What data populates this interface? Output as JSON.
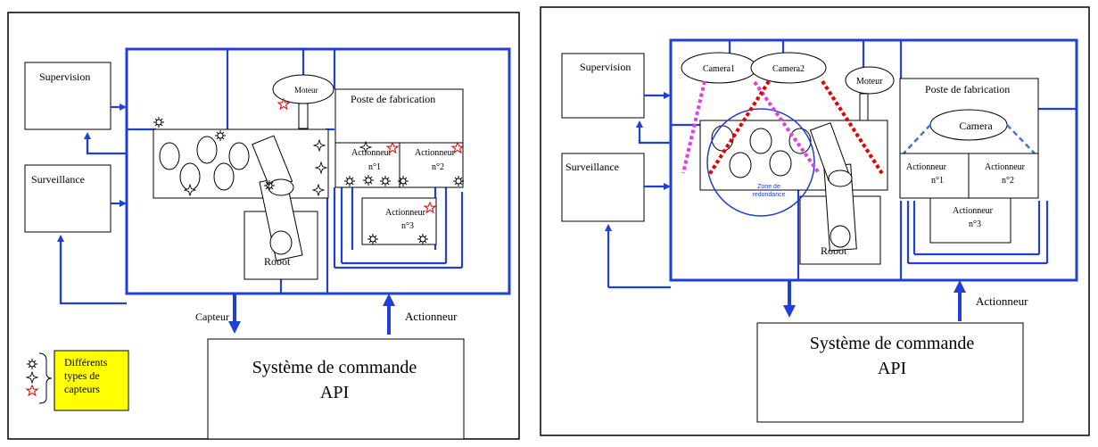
{
  "colors": {
    "wire": "#1f3fd6",
    "frame": "#000000",
    "legend_bg": "#ffff00",
    "star_red": "#e00000",
    "dotted_magenta": "#e040e0",
    "dotted_red": "#e00000",
    "dashed_blue": "#3a78d8"
  },
  "left": {
    "supervision": "Supervision",
    "surveillance": "Surveillance",
    "moteur": "Moteur",
    "poste": "Poste de fabrication",
    "actionneur1": [
      "Actionneur",
      "n°1"
    ],
    "actionneur2": [
      "Actionneur",
      "n°2"
    ],
    "actionneur3": [
      "Actionneur",
      "n°3"
    ],
    "robot": "Robot",
    "capteur": "Capteur",
    "actionneur_arrow": "Actionneur",
    "systeme": [
      "Système de commande",
      "API"
    ],
    "legend": [
      "Différents",
      "types de",
      "capteurs"
    ]
  },
  "right": {
    "supervision": "Supervision",
    "surveillance": "Surveillance",
    "camera1": "Camera1",
    "camera2": "Camera2",
    "moteur": "Moteur",
    "poste": "Poste de fabrication",
    "camera": "Camera",
    "actionneur1": [
      "Actionneur",
      "n°1"
    ],
    "actionneur2": [
      "Actionneur",
      "n°2"
    ],
    "actionneur3": [
      "Actionneur",
      "n°3"
    ],
    "zone": [
      "Zone de",
      "redondance"
    ],
    "robot": "Robot",
    "actionneur_arrow": "Actionneur",
    "systeme": [
      "Système de commande",
      "API"
    ]
  }
}
